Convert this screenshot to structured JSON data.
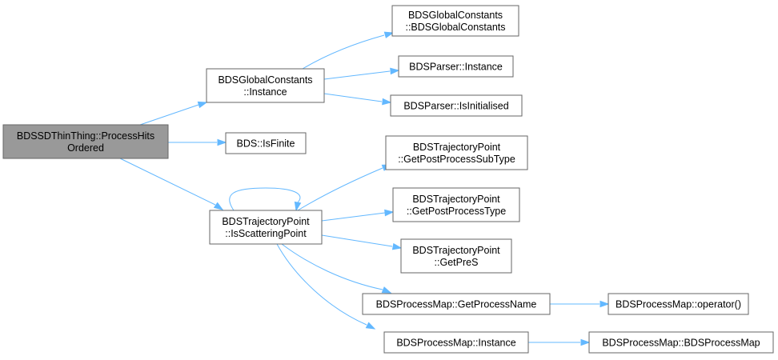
{
  "diagram": {
    "type": "call-graph",
    "colors": {
      "root_fill": "#999999",
      "node_fill": "#ffffff",
      "node_border": "#666666",
      "edge": "#63b8ff"
    },
    "nodes": [
      {
        "id": "root",
        "lines": [
          "BDSSDThinThing::ProcessHits",
          "Ordered"
        ],
        "root": true
      },
      {
        "id": "gc_instance",
        "lines": [
          "BDSGlobalConstants",
          "::Instance"
        ]
      },
      {
        "id": "gc_ctor",
        "lines": [
          "BDSGlobalConstants",
          "::BDSGlobalConstants"
        ]
      },
      {
        "id": "parser_instance",
        "lines": [
          "BDSParser::Instance"
        ]
      },
      {
        "id": "parser_init",
        "lines": [
          "BDSParser::IsInitialised"
        ]
      },
      {
        "id": "isfinite",
        "lines": [
          "BDS::IsFinite"
        ]
      },
      {
        "id": "tp_scatter",
        "lines": [
          "BDSTrajectoryPoint",
          "::IsScatteringPoint"
        ]
      },
      {
        "id": "tp_subtype",
        "lines": [
          "BDSTrajectoryPoint",
          "::GetPostProcessSubType"
        ]
      },
      {
        "id": "tp_type",
        "lines": [
          "BDSTrajectoryPoint",
          "::GetPostProcessType"
        ]
      },
      {
        "id": "tp_pres",
        "lines": [
          "BDSTrajectoryPoint",
          "::GetPreS"
        ]
      },
      {
        "id": "pm_getname",
        "lines": [
          "BDSProcessMap::GetProcessName"
        ]
      },
      {
        "id": "pm_operator",
        "lines": [
          "BDSProcessMap::operator()"
        ]
      },
      {
        "id": "pm_instance",
        "lines": [
          "BDSProcessMap::Instance"
        ]
      },
      {
        "id": "pm_ctor",
        "lines": [
          "BDSProcessMap::BDSProcessMap"
        ]
      }
    ],
    "edges": [
      [
        "root",
        "gc_instance"
      ],
      [
        "root",
        "isfinite"
      ],
      [
        "root",
        "tp_scatter"
      ],
      [
        "gc_instance",
        "gc_ctor"
      ],
      [
        "gc_instance",
        "parser_instance"
      ],
      [
        "gc_instance",
        "parser_init"
      ],
      [
        "tp_scatter",
        "tp_scatter"
      ],
      [
        "tp_scatter",
        "tp_subtype"
      ],
      [
        "tp_scatter",
        "tp_type"
      ],
      [
        "tp_scatter",
        "tp_pres"
      ],
      [
        "tp_scatter",
        "pm_getname"
      ],
      [
        "tp_scatter",
        "pm_instance"
      ],
      [
        "pm_getname",
        "pm_operator"
      ],
      [
        "pm_instance",
        "pm_ctor"
      ]
    ]
  }
}
